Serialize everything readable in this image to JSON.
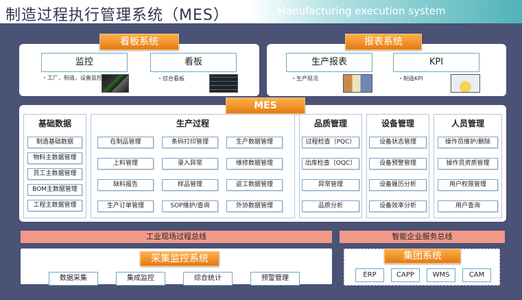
{
  "title": {
    "cn": "制造过程执行管理系统（MES）",
    "en": "Manufacturing execution system"
  },
  "kanban": {
    "label": "看板系统",
    "monitor": {
      "label": "监控",
      "note": "・工厂，制造，设备监控"
    },
    "board": {
      "label": "看板",
      "note": "・综合看板"
    }
  },
  "report": {
    "label": "报表系统",
    "production": {
      "label": "生产报表",
      "note": "・生产现况"
    },
    "kpi": {
      "label": "KPI",
      "note": "・制造KPI"
    }
  },
  "mes": {
    "label": "MES",
    "basic": {
      "heading": "基础数据",
      "items": [
        "制造基础数据",
        "物料主数据管理",
        "员工主数据管理",
        "BOM主数据管理",
        "工程主数据管理"
      ]
    },
    "process": {
      "heading": "生产过程",
      "items": [
        "在制品管理",
        "条码打印管理",
        "生产数据管理",
        "上料管理",
        "录入异常",
        "维修数据管理",
        "缺料报告",
        "样品管理",
        "返工数据管理",
        "生产订单管理",
        "SOP维护/查询",
        "外协数据管理"
      ]
    },
    "quality": {
      "heading": "品质管理",
      "items": [
        "过程检查（PQC）",
        "出库检查（OQC）",
        "异常管理",
        "品质分析"
      ]
    },
    "equipment": {
      "heading": "设备管理",
      "items": [
        "设备状态管理",
        "设备预警管理",
        "设备履历分析",
        "设备效率分析"
      ]
    },
    "personnel": {
      "heading": "人员管理",
      "items": [
        "操作员维护/删除",
        "操作员资质管理",
        "用户权限管理",
        "用户查询"
      ]
    }
  },
  "bus": {
    "field": "工业现场过程总线",
    "enterprise": "智能企业服务总线"
  },
  "collect": {
    "label": "采集监控系统",
    "items": [
      "数据采集",
      "集成监控",
      "综合统计",
      "预警管理"
    ]
  },
  "group": {
    "label": "集团系统",
    "items": [
      "ERP",
      "CAPP",
      "WMS",
      "CAM"
    ]
  }
}
